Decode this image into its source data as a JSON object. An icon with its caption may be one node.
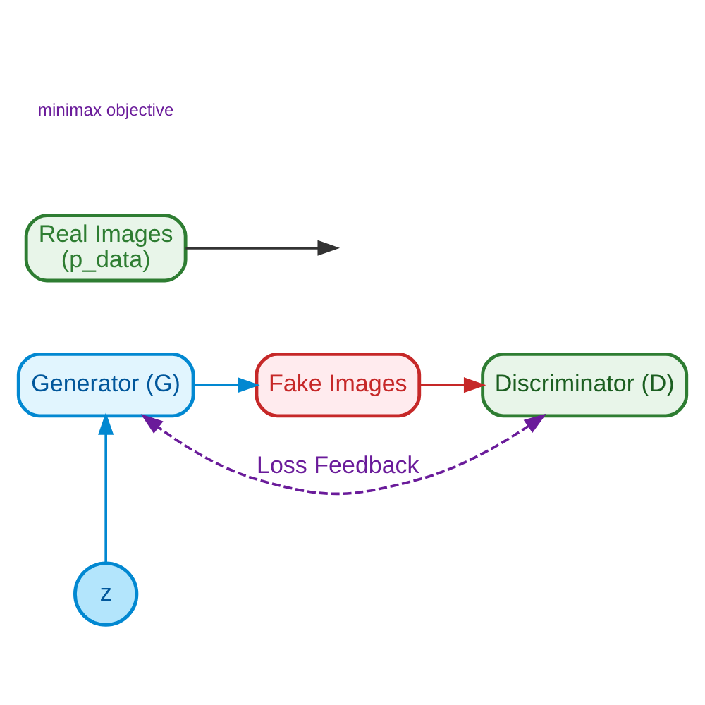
{
  "diagram": {
    "nodes": [
      {
        "text": [
          "Generator (G)"
        ]
      },
      {
        "text": [
          "z"
        ]
      },
      {
        "text": [
          "Fake Images"
        ]
      },
      {
        "text": [
          "Real Images",
          "(p_data)"
        ]
      },
      {
        "text": [
          "Discriminator (D)"
        ]
      }
    ],
    "edges": [
      {
        "from": 1,
        "to": 0,
        "arrow": "to",
        "color": "#0288d1"
      },
      {
        "from": 0,
        "to": 2,
        "arrow": "to",
        "color": "#0288d1"
      },
      {
        "from": 2,
        "to": 4,
        "arrow": "to",
        "color": "#c62828"
      },
      {
        "from": 3,
        "to": null,
        "arrow": "to",
        "color": "#333333"
      },
      {
        "from": 4,
        "to": 0,
        "arrow": "both",
        "style": "dashed",
        "color": "#6a1b9a",
        "label": "Loss Feedback"
      }
    ],
    "labels": [
      "minimax objective"
    ]
  }
}
